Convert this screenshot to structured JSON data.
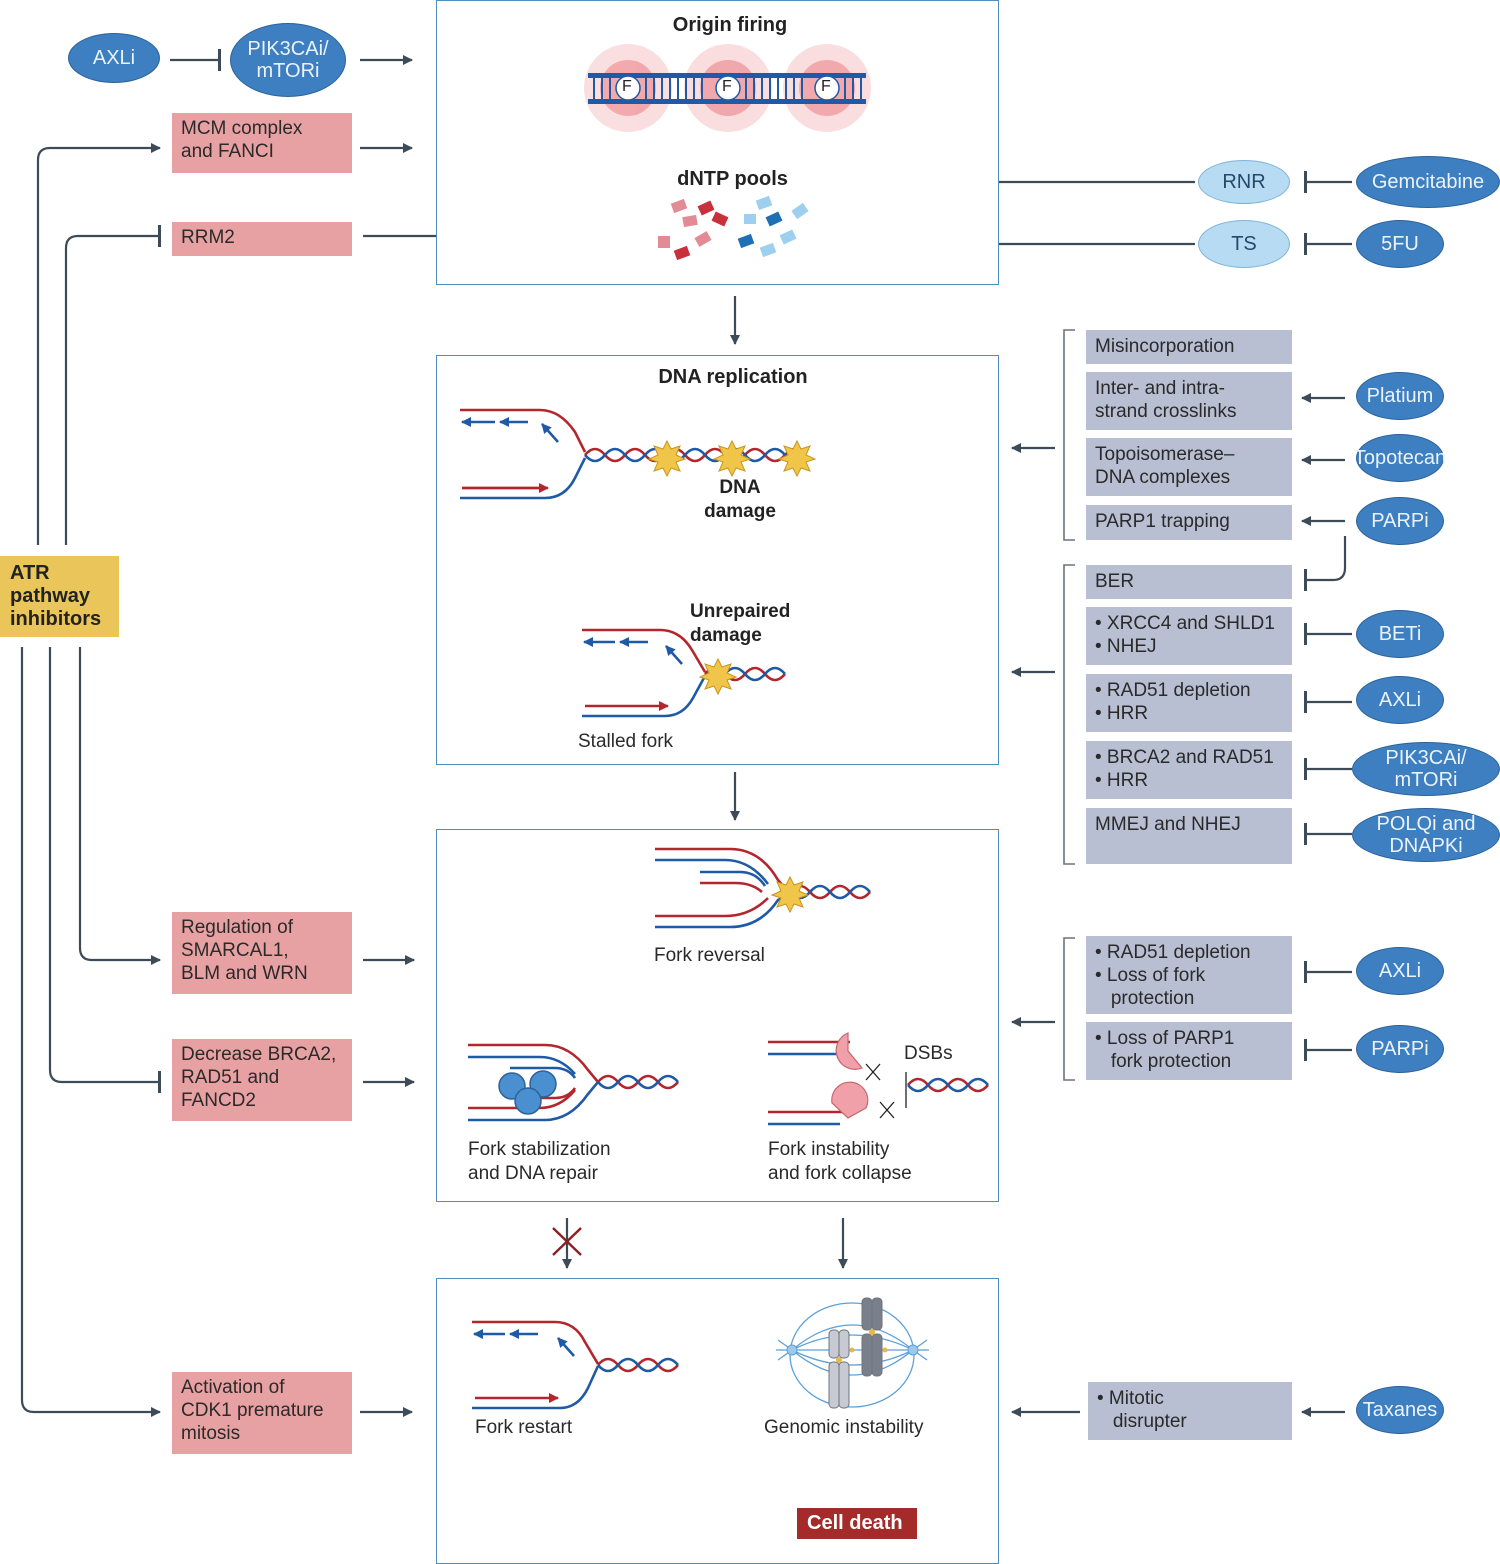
{
  "atr": {
    "label_lines": [
      "ATR",
      "pathway",
      "inhibitors"
    ]
  },
  "left_boxes": {
    "mcm": [
      "MCM complex",
      "and FANCI"
    ],
    "rrm2": [
      "RRM2"
    ],
    "smarcal": [
      "Regulation of",
      "SMARCAL1,",
      "BLM and WRN"
    ],
    "brca2": [
      "Decrease BRCA2,",
      "RAD51 and",
      "FANCD2"
    ],
    "cdk1": [
      "Activation of",
      "CDK1 premature",
      "mitosis"
    ]
  },
  "left_ovals": {
    "axli": "AXLi",
    "pik3ca": [
      "PIK3CAi/",
      "mTORi"
    ]
  },
  "panel1": {
    "title": "Origin firing",
    "fork_letter": "F",
    "dntp_title": "dNTP pools"
  },
  "panel2": {
    "title": "DNA replication",
    "dna_damage": [
      "DNA",
      "damage"
    ],
    "unrepaired": [
      "Unrepaired",
      "damage"
    ],
    "stalled": "Stalled fork"
  },
  "panel3": {
    "fork_reversal": "Fork reversal",
    "stabilization": [
      "Fork stabilization",
      "and DNA repair"
    ],
    "instability": [
      "Fork instability",
      "and fork collapse"
    ],
    "dsbs": "DSBs"
  },
  "panel4": {
    "fork_restart": "Fork restart",
    "genomic": "Genomic instability",
    "cell_death": "Cell death"
  },
  "right_ovals": {
    "rnr": "RNR",
    "ts": "TS",
    "gemcitabine": "Gemcitabine",
    "fu": "5FU",
    "platium": "Platium",
    "topotecan": "Topotecan",
    "parpi": "PARPi",
    "beti": "BETi",
    "axli": "AXLi",
    "pik3ca": [
      "PIK3CAi/",
      "mTORi"
    ],
    "polq": [
      "POLQi and",
      "DNAPKi"
    ],
    "axli2": "AXLi",
    "parpi2": "PARPi",
    "taxanes": "Taxanes"
  },
  "right_boxes": {
    "misinc": [
      "Misincorporation"
    ],
    "crosslinks": [
      "Inter- and intra-",
      "strand crosslinks"
    ],
    "topo": [
      "Topoisomerase–",
      "DNA complexes"
    ],
    "parp1trap": [
      "PARP1 trapping"
    ],
    "ber": [
      "BER"
    ],
    "xrcc4": [
      "• XRCC4 and SHLD1",
      "• NHEJ"
    ],
    "rad51dep": [
      "• RAD51 depletion",
      "• HRR"
    ],
    "brca2rad51": [
      "• BRCA2 and RAD51",
      "• HRR"
    ],
    "mmej": [
      "MMEJ and NHEJ"
    ],
    "rad51fork": [
      "• RAD51 depletion",
      "• Loss of fork",
      "   protection"
    ],
    "parp1fork": [
      "• Loss of PARP1",
      "   fork protection"
    ],
    "mitotic": [
      "• Mitotic",
      "   disrupter"
    ]
  },
  "colors": {
    "panel_border": "#4e8fbd",
    "pink_box": "#e8a1a3",
    "grey_box": "#b9bfd3",
    "oval_dark": "#3d7fc1",
    "oval_light": "#b6dbf2",
    "atr_box": "#e9c55a",
    "arrow": "#3d4a57",
    "dna_red": "#b3262e",
    "dna_blue": "#1f5aa6",
    "cell_death": "#a52a2a"
  }
}
